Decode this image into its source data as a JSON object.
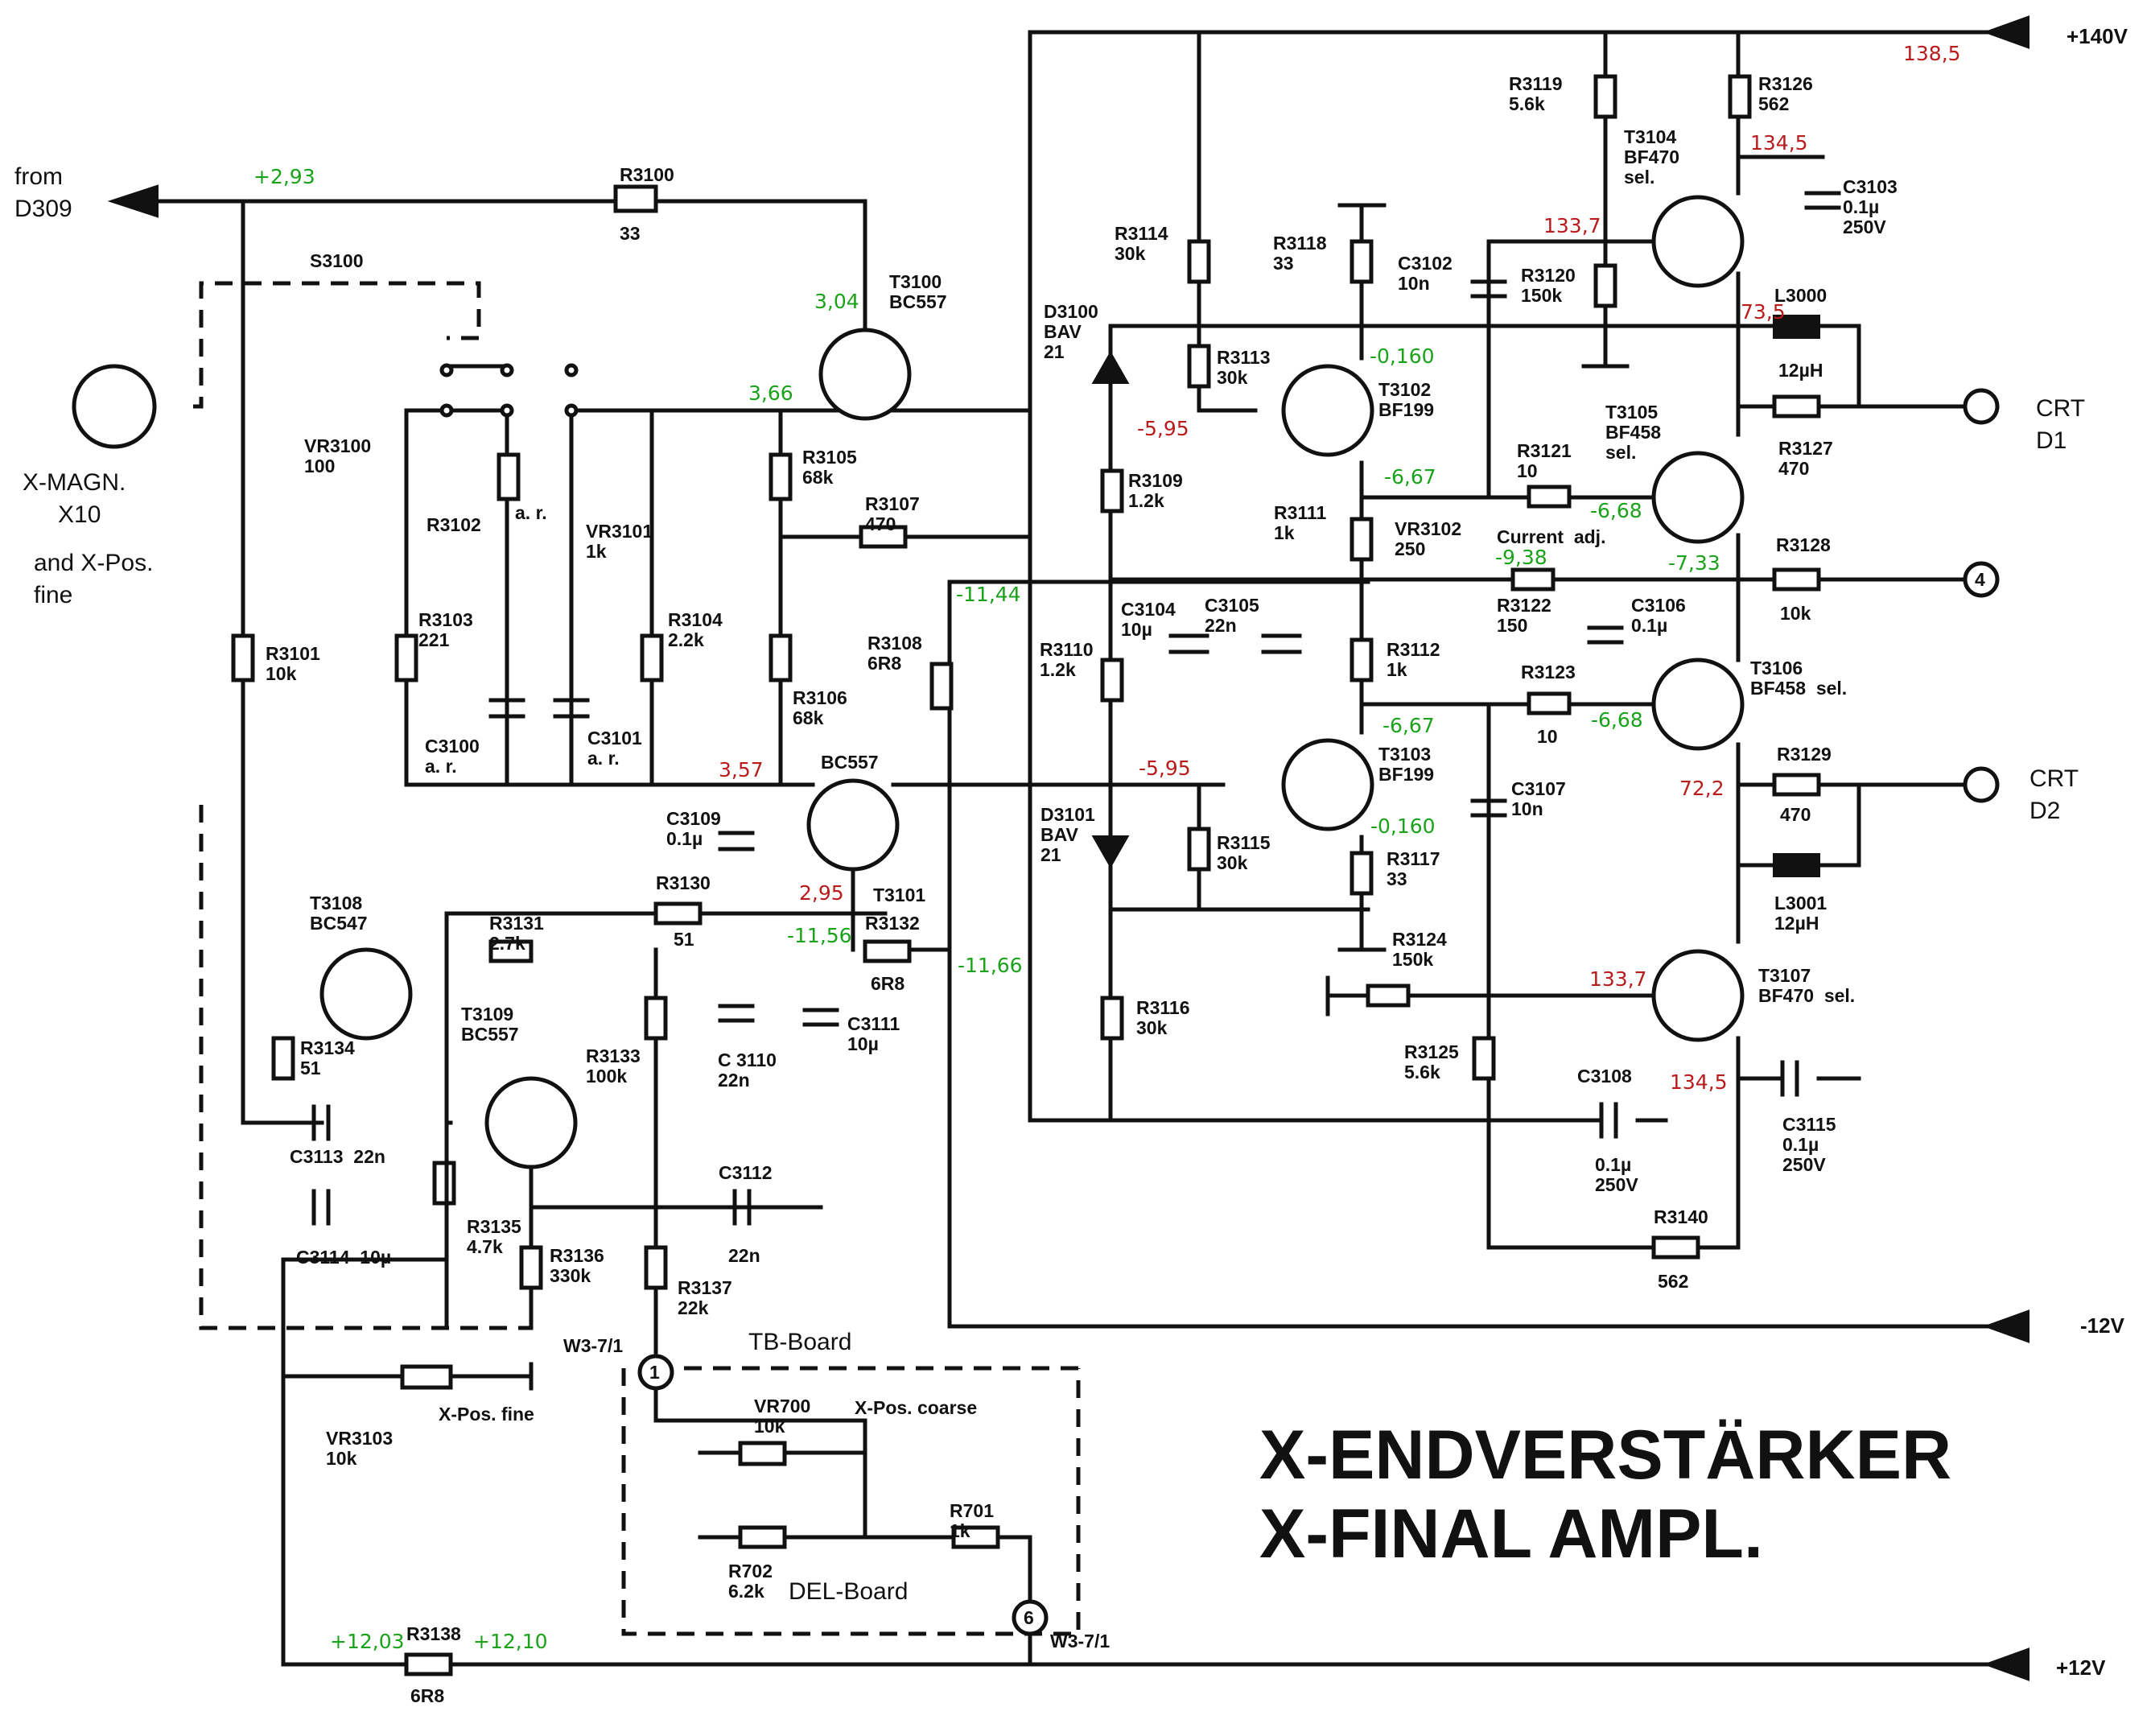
{
  "title": {
    "line1": "X-ENDVERSTÄRKER",
    "line2": "X-FINAL AMPL."
  },
  "rails": {
    "p140": "+140V",
    "n12": "-12V",
    "p12": "+12V"
  },
  "input": {
    "from1": "from",
    "from2": "D309",
    "magn1": "X-MAGN.",
    "magn2": "X10",
    "pos1": "and X-Pos.",
    "pos2": "fine"
  },
  "outputs": {
    "crt_d1": "CRT\nD1",
    "crt_d2": "CRT\nD2",
    "conn4": "4",
    "conn1": "1",
    "conn6": "6",
    "w3_top": "W3-7/1",
    "w3_bot": "W3-7/1"
  },
  "boards": {
    "tb": "TB-Board",
    "del": "DEL-Board"
  },
  "colors": {
    "green": "#1aa31a",
    "red": "#b81c1c",
    "ink": "#111111"
  },
  "labels": {
    "s3100": "S3100",
    "r3100": "R3100",
    "r3100v": "33",
    "t3100": "T3100\nBC557",
    "t3101": "T3101",
    "bc557b": "BC557",
    "vr3100": "VR3100\n100",
    "r3102": "R3102",
    "ar1": "a. r.",
    "r3103": "R3103\n221",
    "c3100": "C3100\na. r.",
    "vr3101": "VR3101\n1k",
    "r3104": "R3104\n2.2k",
    "c3101": "C3101\na. r.",
    "r3105": "R3105\n68k",
    "r3106": "R3106\n68k",
    "r3107": "R3107\n470",
    "r3108": "R3108\n6R8",
    "r3101": "R3101\n10k",
    "c3109": "C3109\n0.1µ",
    "r3130": "R3130",
    "r3130v": "51",
    "r3132": "R3132",
    "r3132v": "6R8",
    "t3108": "T3108\nBC547",
    "r3131": "R3131\n2.7k",
    "t3109": "T3109\nBC557",
    "r3133": "R3133\n100k",
    "c3110": "C 3110\n22n",
    "c3111": "C3111\n10µ",
    "r3134": "R3134\n51",
    "c3113": "C3113  22n",
    "c3114": "C3114  10µ",
    "r3135": "R3135\n4.7k",
    "r3136": "R3136\n330k",
    "c3112": "C3112",
    "c3112v": "22n",
    "r3137": "R3137\n22k",
    "vr3103": "VR3103\n10k",
    "xposfine": "X-Pos. fine",
    "vr700": "VR700\n10k",
    "xposcoarse": "X-Pos. coarse",
    "r702": "R702\n6.2k",
    "r701": "R701\n1k",
    "r3138": "R3138",
    "r3138v": "6R8",
    "r3114": "R3114\n30k",
    "d3100": "D3100\nBAV\n21",
    "r3113": "R3113\n30k",
    "r3109": "R3109\n1.2k",
    "c3104": "C3104\n10µ",
    "c3105": "C3105\n22n",
    "r3110": "R3110\n1.2k",
    "d3101": "D3101\nBAV\n21",
    "r3115": "R3115\n30k",
    "r3116": "R3116\n30k",
    "r3118": "R3118\n33",
    "t3102": "T3102\nBF199",
    "r3111": "R3111\n1k",
    "vr3102": "VR3102\n250",
    "current": "Current  adj.",
    "r3112": "R3112\n1k",
    "t3103": "T3103\nBF199",
    "r3117": "R3117\n33",
    "c3102": "C3102\n10n",
    "r3120": "R3120\n150k",
    "r3119": "R3119\n5.6k",
    "r3121": "R3121\n10",
    "r3122": "R3122\n150",
    "c3106": "C3106\n0.1µ",
    "r3123": "R3123",
    "r3123v": "10",
    "c3107": "C3107\n10n",
    "r3124": "R3124\n150k",
    "r3125": "R3125\n5.6k",
    "c3108": "C3108",
    "c3108v": "0.1µ\n250V",
    "r3140": "R3140",
    "r3140v": "562",
    "r3126": "R3126\n562",
    "t3104": "T3104\nBF470\nsel.",
    "c3103": "C3103\n0.1µ\n250V",
    "l3000": "L3000",
    "l3000v": "12µH",
    "t3105": "T3105\nBF458\nsel.",
    "r3127": "R3127\n470",
    "r3128": "R3128",
    "r3128v": "10k",
    "t3106": "T3106\nBF458  sel.",
    "r3129": "R3129",
    "r3129v": "470",
    "l3001": "L3001\n12µH",
    "t3107": "T3107\nBF470  sel.",
    "c3115": "C3115\n0.1µ\n250V"
  },
  "voltages_green": {
    "v1": "+2,93",
    "v2": "3,04",
    "v3": "3,66",
    "v4": "-11,44",
    "v5": "-11,56",
    "v6": "-11,66",
    "v7": "+12,03",
    "v8": "+12,10",
    "v9": "-0,160",
    "v10": "-6,67",
    "v11": "-6,68",
    "v12": "-9,38",
    "v13": "-7,33",
    "v14": "-6,67",
    "v15": "-6,68",
    "v16": "-0,160"
  },
  "voltages_red": {
    "v1": "138,5",
    "v2": "134,5",
    "v3": "133,7",
    "v4": "73,5",
    "v5": "-5,95",
    "v6": "3,57",
    "v7": "2,95",
    "v8": "-5,95",
    "v9": "72,2",
    "v10": "133,7",
    "v11": "134,5"
  }
}
